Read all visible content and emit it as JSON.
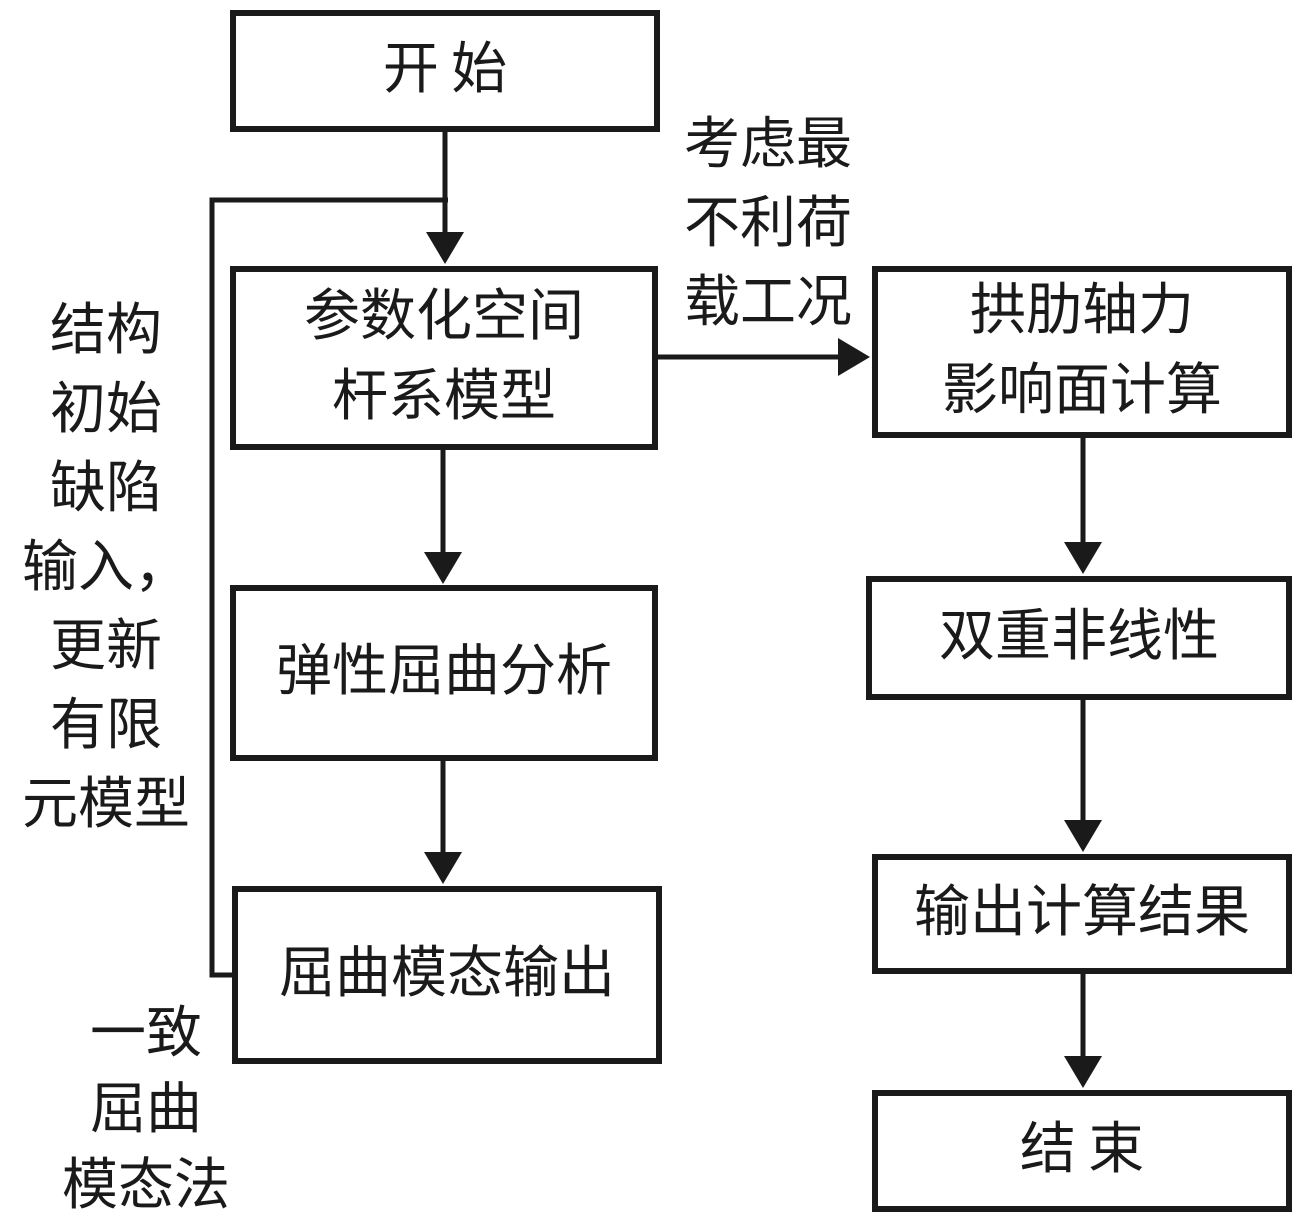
{
  "boxes": {
    "start": {
      "lines": [
        "开始"
      ]
    },
    "param_model": {
      "lines": [
        "参数化空间",
        "杆系模型"
      ]
    },
    "elastic_buckling": {
      "lines": [
        "弹性屈曲分析"
      ]
    },
    "buckling_mode_output": {
      "lines": [
        "屈曲模态输出"
      ]
    },
    "arch_rib_influence": {
      "lines": [
        "拱肋轴力",
        "影响面计算"
      ]
    },
    "double_nonlinearity": {
      "lines": [
        "双重非线性"
      ]
    },
    "output_results": {
      "lines": [
        "输出计算结果"
      ]
    },
    "end": {
      "lines": [
        "结束"
      ]
    }
  },
  "annotations": {
    "worst_load_case": {
      "lines": [
        "考虑最",
        "不利荷",
        "载工况"
      ]
    },
    "initial_imperfection": {
      "lines": [
        "结构",
        "初始",
        "缺陷",
        "输入，",
        "更新",
        "有限",
        "元模型"
      ]
    },
    "consistent_buckling_mode": {
      "lines": [
        "一致",
        "屈曲",
        "模态法"
      ]
    }
  },
  "colors": {
    "line": "#1a1a1a",
    "text": "#1a1a1a",
    "background": "#ffffff"
  }
}
